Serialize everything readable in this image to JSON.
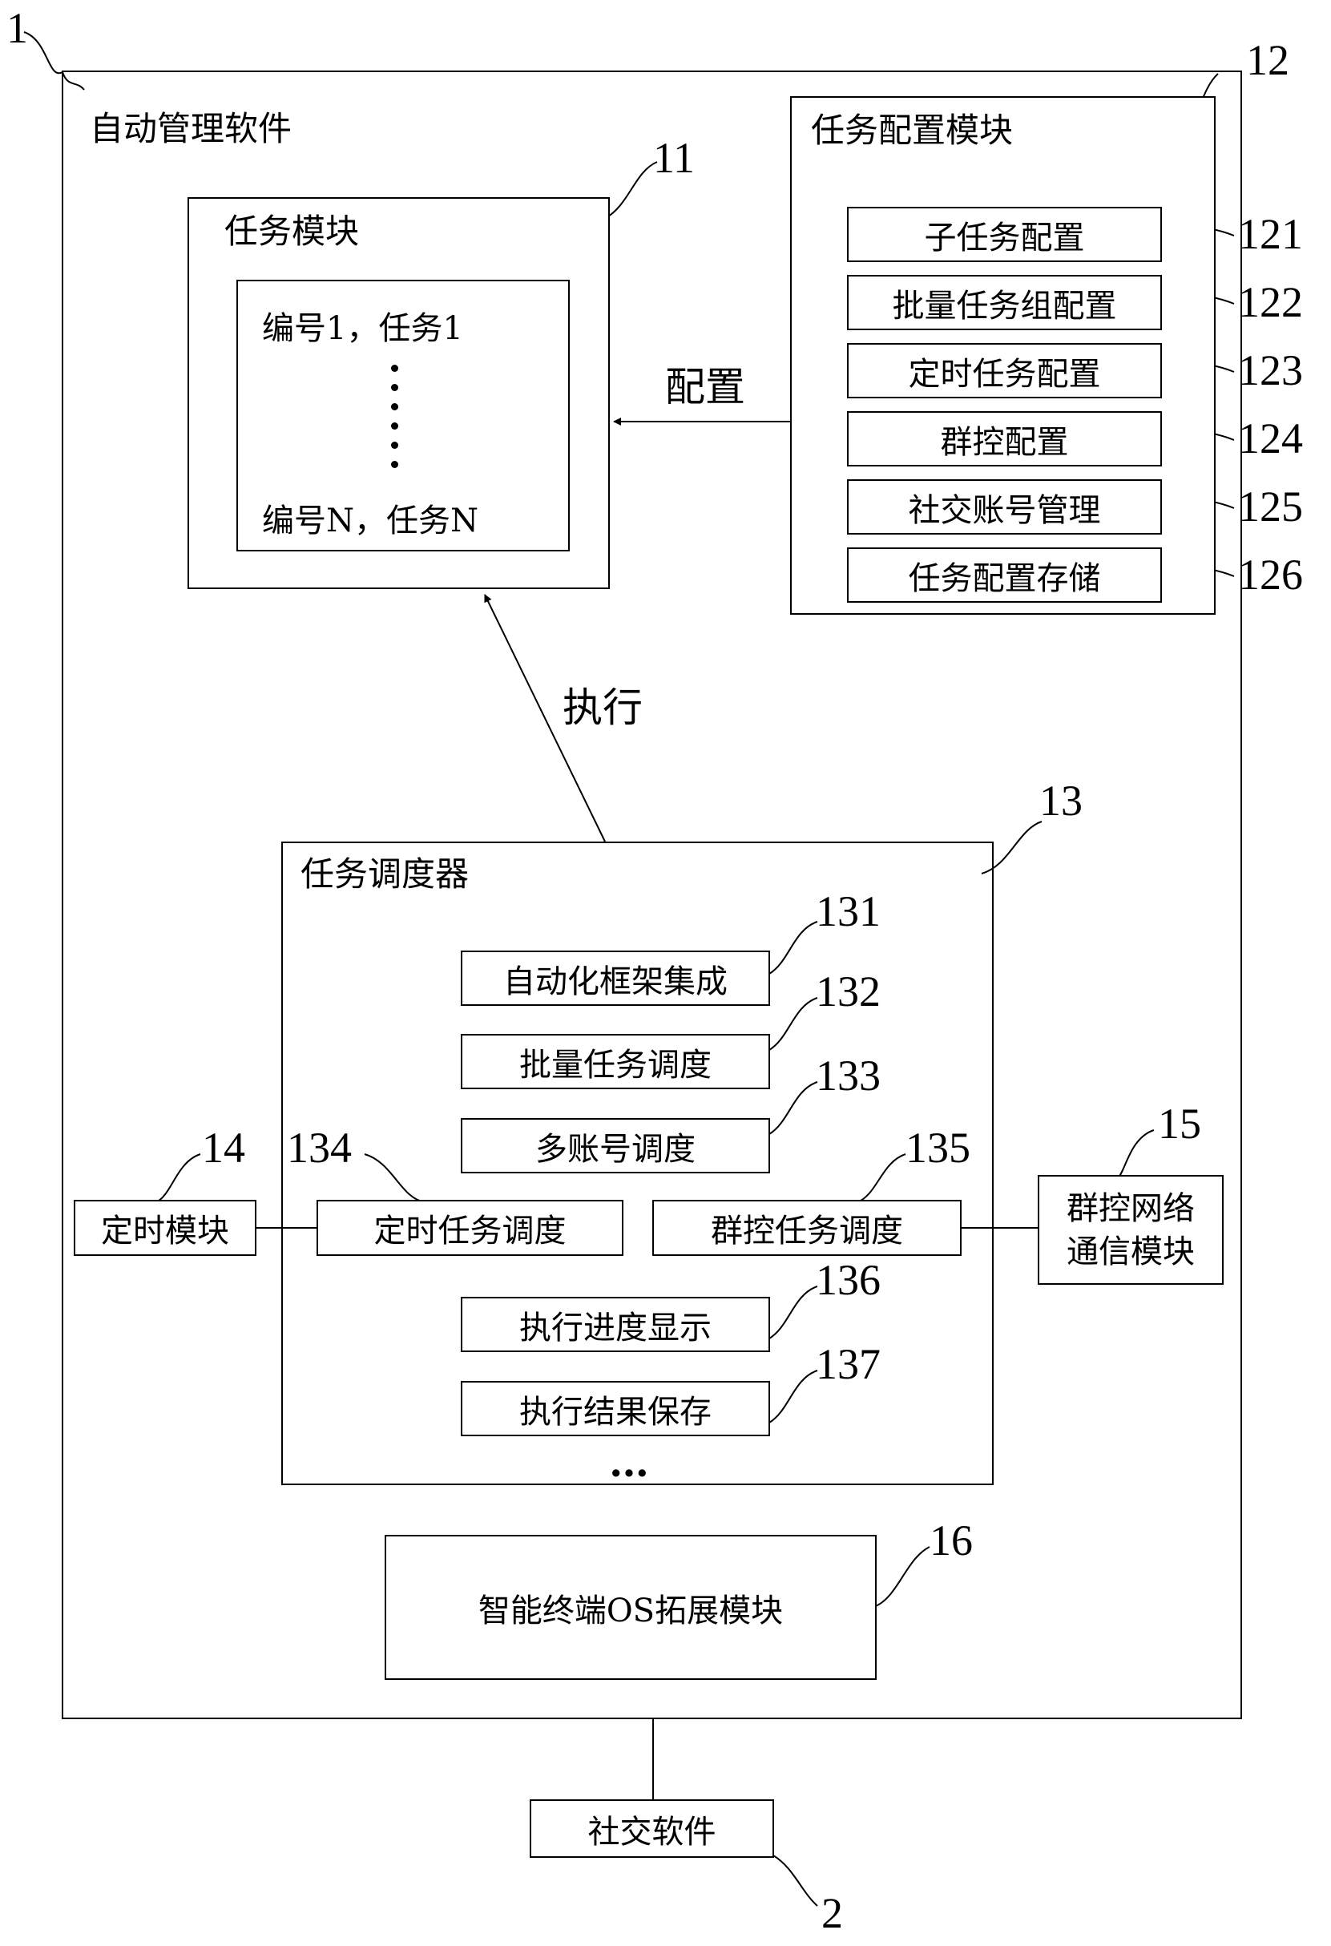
{
  "outer": {
    "title": "自动管理软件",
    "ref": "1"
  },
  "task_module": {
    "title": "任务模块",
    "ref": "11",
    "first": "编号1，任务1",
    "last": "编号N，任务N"
  },
  "config_module": {
    "title": "任务配置模块",
    "ref": "12",
    "items": [
      {
        "label": "子任务配置",
        "ref": "121"
      },
      {
        "label": "批量任务组配置",
        "ref": "122"
      },
      {
        "label": "定时任务配置",
        "ref": "123"
      },
      {
        "label": "群控配置",
        "ref": "124"
      },
      {
        "label": "社交账号管理",
        "ref": "125"
      },
      {
        "label": "任务配置存储",
        "ref": "126"
      }
    ]
  },
  "arrows": {
    "config": "配置",
    "execute": "执行"
  },
  "scheduler": {
    "title": "任务调度器",
    "ref": "13",
    "items": [
      {
        "label": "自动化框架集成",
        "ref": "131"
      },
      {
        "label": "批量任务调度",
        "ref": "132"
      },
      {
        "label": "多账号调度",
        "ref": "133"
      },
      {
        "label": "定时任务调度",
        "ref": "134"
      },
      {
        "label": "群控任务调度",
        "ref": "135"
      },
      {
        "label": "执行进度显示",
        "ref": "136"
      },
      {
        "label": "执行结果保存",
        "ref": "137"
      }
    ],
    "ellipsis": "…"
  },
  "timer_module": {
    "label": "定时模块",
    "ref": "14"
  },
  "group_comm": {
    "line1": "群控网络",
    "line2": "通信模块",
    "ref": "15"
  },
  "os_ext": {
    "label": "智能终端OS拓展模块",
    "ref": "16"
  },
  "social": {
    "label": "社交软件",
    "ref": "2"
  }
}
